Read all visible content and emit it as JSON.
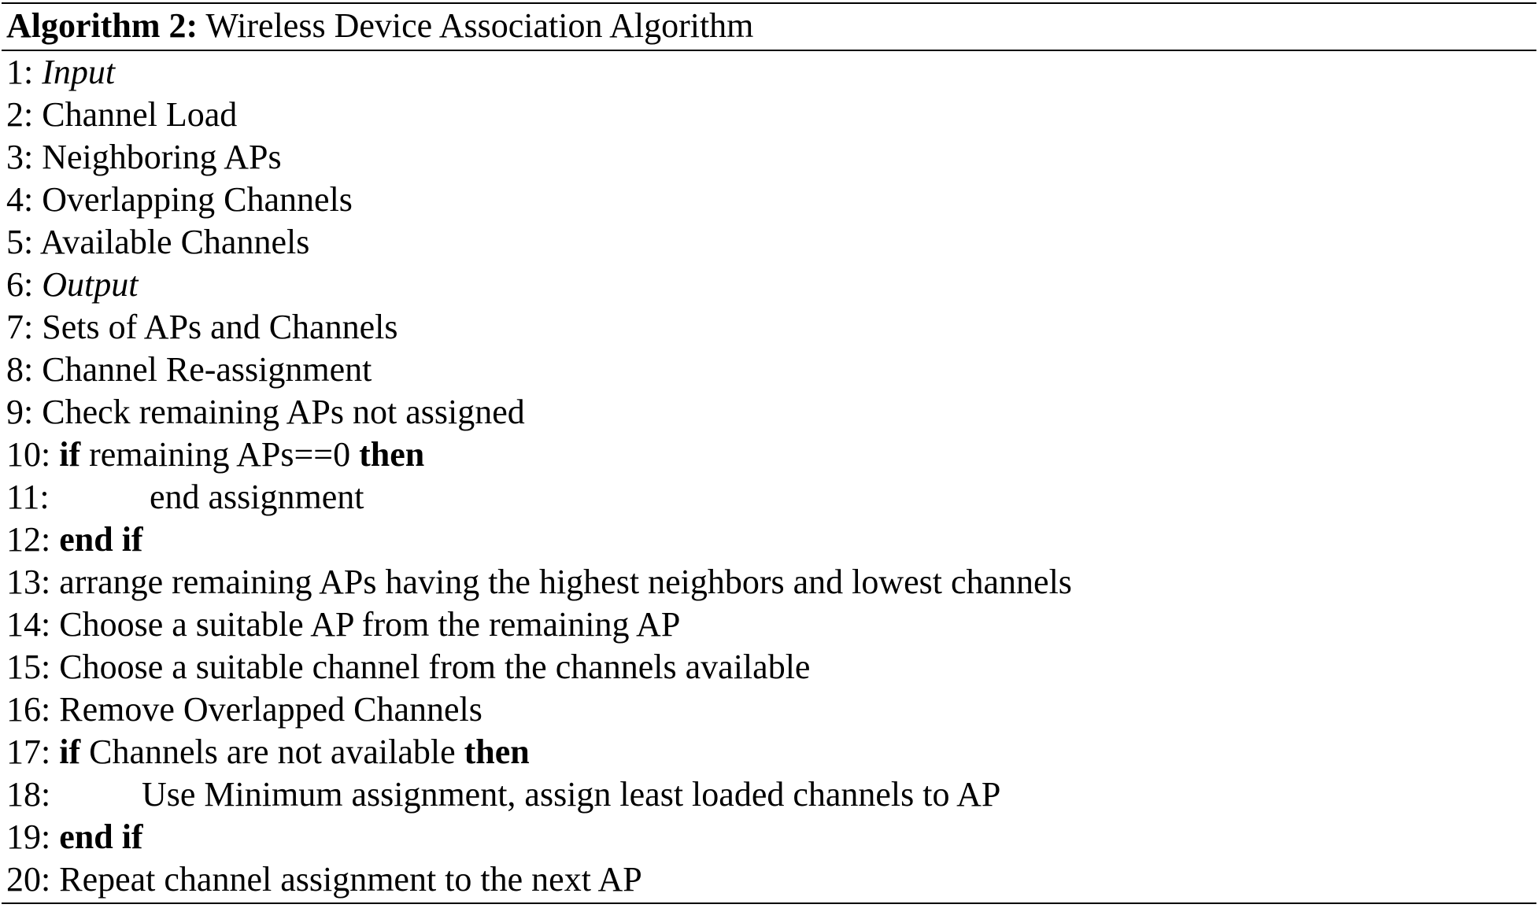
{
  "algorithm": {
    "label": "Algorithm 2:",
    "title": "Wireless Device Association Algorithm"
  },
  "lines": [
    {
      "num": "1:",
      "text": "Input"
    },
    {
      "num": "2:",
      "text": "Channel Load"
    },
    {
      "num": "3:",
      "text": "Neighboring APs"
    },
    {
      "num": "4:",
      "text": "Overlapping Channels"
    },
    {
      "num": "5:",
      "text": "Available Channels"
    },
    {
      "num": "6:",
      "text": "Output"
    },
    {
      "num": "7:",
      "text": "Sets of APs and Channels"
    },
    {
      "num": "8:",
      "text": "Channel Re-assignment"
    },
    {
      "num": "9:",
      "text": "Check remaining APs not assigned"
    },
    {
      "num": "10:",
      "kw1": "if",
      "text": "remaining APs==0",
      "kw2": "then"
    },
    {
      "num": "11:",
      "text": "end assignment"
    },
    {
      "num": "12:",
      "kw1": "end if"
    },
    {
      "num": "13:",
      "text": "arrange remaining APs having the highest neighbors and lowest channels"
    },
    {
      "num": "14:",
      "text": "Choose a suitable AP from the remaining AP"
    },
    {
      "num": "15:",
      "text": "Choose a suitable channel from the channels available"
    },
    {
      "num": "16:",
      "text": "Remove Overlapped Channels"
    },
    {
      "num": "17:",
      "kw1": "if",
      "text": "Channels are not available",
      "kw2": "then"
    },
    {
      "num": "18:",
      "text": "Use Minimum assignment, assign least loaded channels to AP"
    },
    {
      "num": "19:",
      "kw1": "end if"
    },
    {
      "num": "20:",
      "text": "Repeat channel assignment to the next AP"
    }
  ]
}
